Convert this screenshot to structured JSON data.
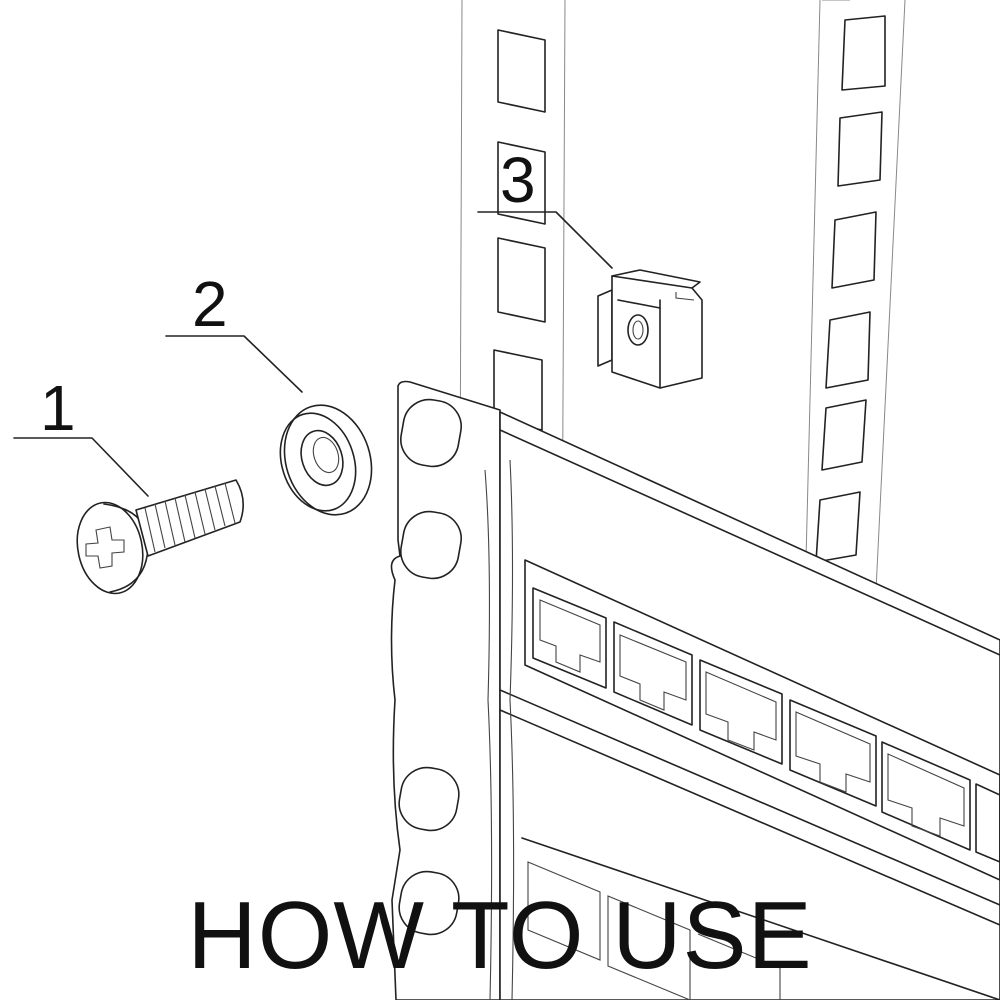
{
  "title": "HOW TO USE",
  "callouts": [
    {
      "number": "1",
      "part": "screw"
    },
    {
      "number": "2",
      "part": "washer"
    },
    {
      "number": "3",
      "part": "cage-nut"
    }
  ],
  "colors": {
    "line": "#222222",
    "background": "#ffffff",
    "text": "#111111"
  }
}
